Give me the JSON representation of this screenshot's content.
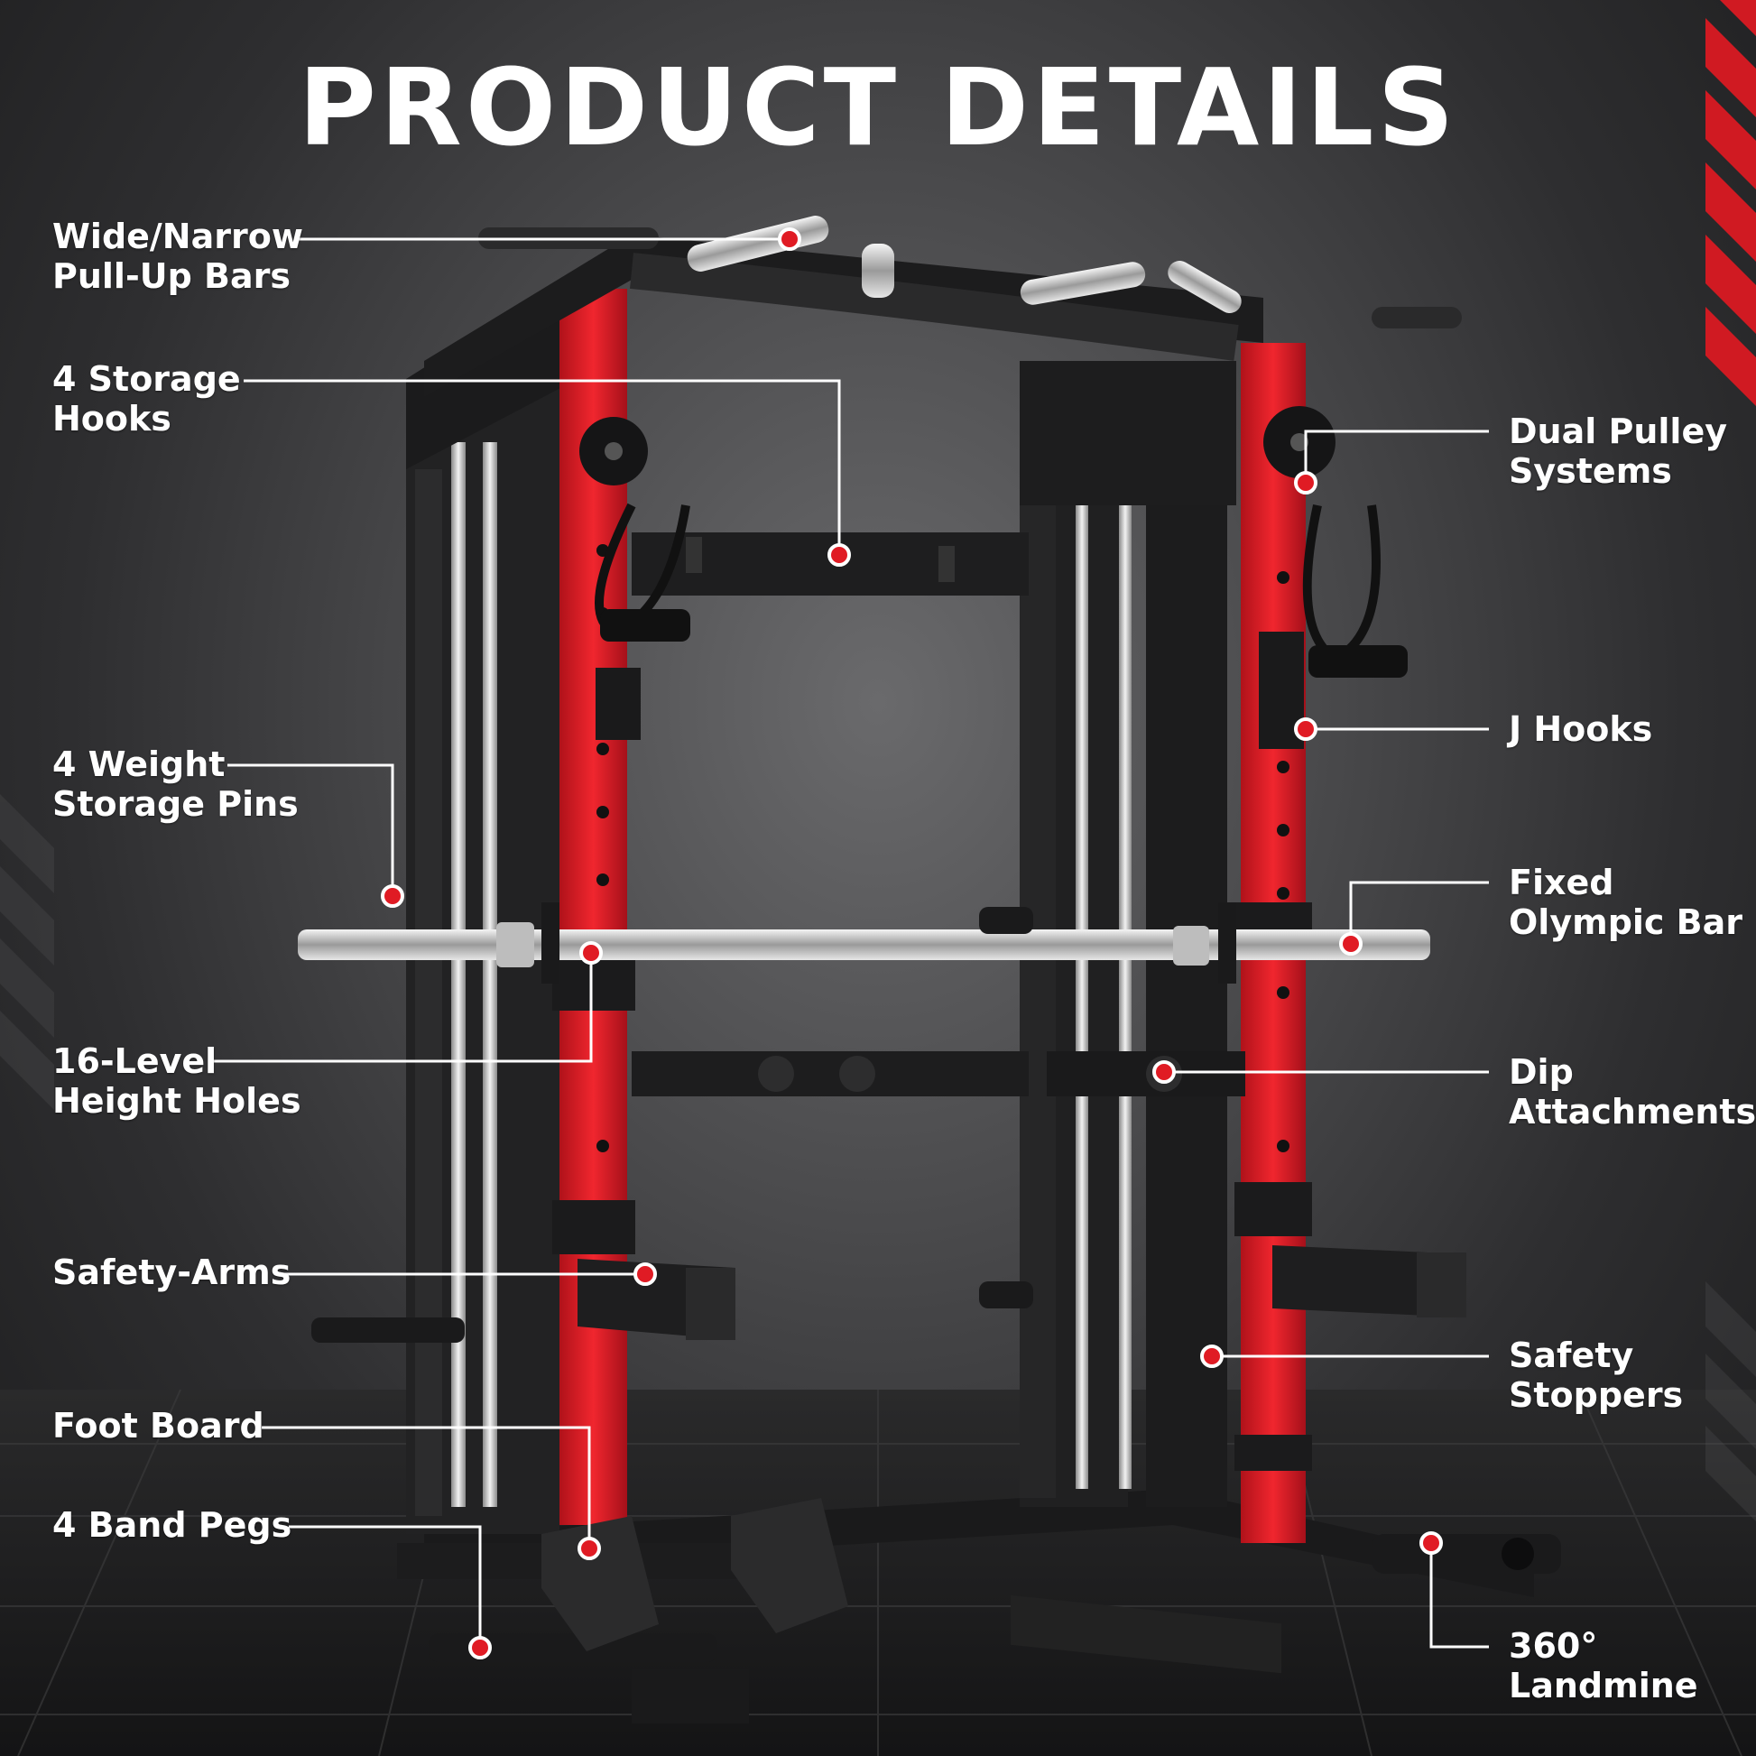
{
  "title": "PRODUCT DETAILS",
  "labels": {
    "pullup": {
      "line1": "Wide/Narrow",
      "line2": "Pull-Up Bars"
    },
    "storage": {
      "line1": "4 Storage",
      "line2": "Hooks"
    },
    "weight": {
      "line1": "4 Weight",
      "line2": "Storage Pins"
    },
    "height": {
      "line1": "16-Level",
      "line2": "Height Holes"
    },
    "safety_arms": {
      "line1": "Safety-Arms"
    },
    "foot": {
      "line1": "Foot Board"
    },
    "band": {
      "line1": "4 Band Pegs"
    },
    "pulley": {
      "line1": "Dual Pulley",
      "line2": "Systems"
    },
    "jhooks": {
      "line1": "J Hooks"
    },
    "olympic": {
      "line1": "Fixed",
      "line2": "Olympic Bar"
    },
    "dip": {
      "line1": "Dip",
      "line2": "Attachments"
    },
    "stoppers": {
      "line1": "Safety",
      "line2": "Stoppers"
    },
    "landmine": {
      "line1": "360°",
      "line2": "Landmine"
    }
  },
  "colors": {
    "accent_red": "#e01b24",
    "frame_black": "#1e1e1f",
    "chrome": "#d8d8d8",
    "callout_line": "#ffffff"
  }
}
